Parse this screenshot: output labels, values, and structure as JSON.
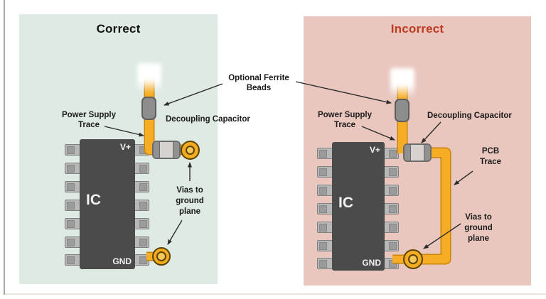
{
  "colors": {
    "correct_panel_bg": "#dfeae4",
    "incorrect_panel_bg": "#e9c7bf",
    "correct_title": "#141414",
    "incorrect_title": "#bf3a1e",
    "trace_orange": "#f7ac25",
    "ic_body": "#4b4b4b"
  },
  "panel_correct": {
    "title": "Correct",
    "power_supply_trace": "Power Supply\nTrace",
    "decoupling_capacitor": "Decoupling Capacitor",
    "vias_to_ground": "Vias to\nground\nplane",
    "ic": {
      "name": "IC",
      "top_pin": "V+",
      "bottom_pin": "GND"
    }
  },
  "panel_incorrect": {
    "title": "Incorrect",
    "power_supply_trace": "Power Supply\nTrace",
    "decoupling_capacitor": "Decoupling Capacitor",
    "pcb_trace": "PCB\nTrace",
    "vias_to_ground": "Vias to\nground\nplane",
    "ic": {
      "name": "IC",
      "top_pin": "V+",
      "bottom_pin": "GND"
    }
  },
  "shared": {
    "optional_ferrite_beads": "Optional Ferrite\nBeads"
  }
}
